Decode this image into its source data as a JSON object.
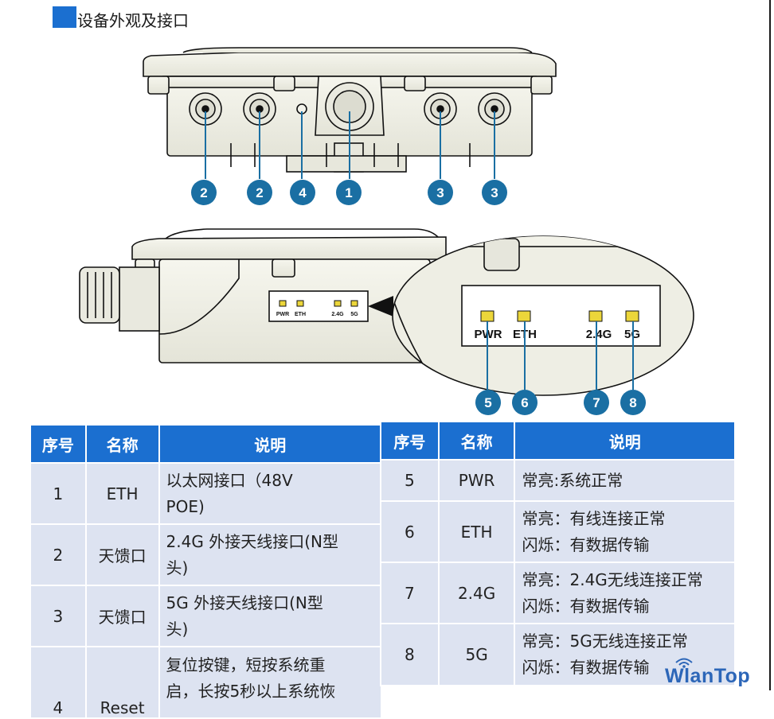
{
  "header": {
    "title": "设备外观及接口"
  },
  "figure": {
    "callouts_top": [
      "2",
      "2",
      "4",
      "1",
      "3",
      "3"
    ],
    "callouts_bottom": [
      "5",
      "6",
      "7",
      "8"
    ],
    "small_led_labels": [
      "PWR",
      "ETH",
      "2.4G",
      "5G"
    ],
    "zoom_led_labels": [
      "PWR",
      "ETH",
      "2.4G",
      "5G"
    ],
    "colors": {
      "callout": "#1a6fa3",
      "led": "#ecd63a",
      "outline": "#111111"
    }
  },
  "table_left": {
    "headers": [
      "序号",
      "名称",
      "说明"
    ],
    "rows": [
      {
        "no": "1",
        "name": "ETH",
        "desc": [
          "以太网接口（48V",
          "POE)"
        ]
      },
      {
        "no": "2",
        "name": "天馈口",
        "desc": [
          "2.4G 外接天线接口(N型",
          "头)"
        ]
      },
      {
        "no": "3",
        "name": "天馈口",
        "desc": [
          "5G 外接天线接口(N型",
          "头)"
        ]
      },
      {
        "no": "4",
        "name": "Reset",
        "desc": [
          "复位按键，短按系统重",
          "启，长按5秒以上系统恢"
        ]
      }
    ]
  },
  "table_right": {
    "headers": [
      "序号",
      "名称",
      "说明"
    ],
    "rows": [
      {
        "no": "5",
        "name": "PWR",
        "desc": [
          "常亮:系统正常"
        ]
      },
      {
        "no": "6",
        "name": "ETH",
        "desc": [
          "常亮：有线连接正常",
          "闪烁：有数据传输"
        ]
      },
      {
        "no": "7",
        "name": "2.4G",
        "desc": [
          "常亮：2.4G无线连接正常",
          "闪烁：有数据传输"
        ]
      },
      {
        "no": "8",
        "name": "5G",
        "desc": [
          "常亮：5G无线连接正常",
          "闪烁：有数据传输"
        ]
      }
    ]
  },
  "watermark": {
    "text": "WlanTop"
  }
}
